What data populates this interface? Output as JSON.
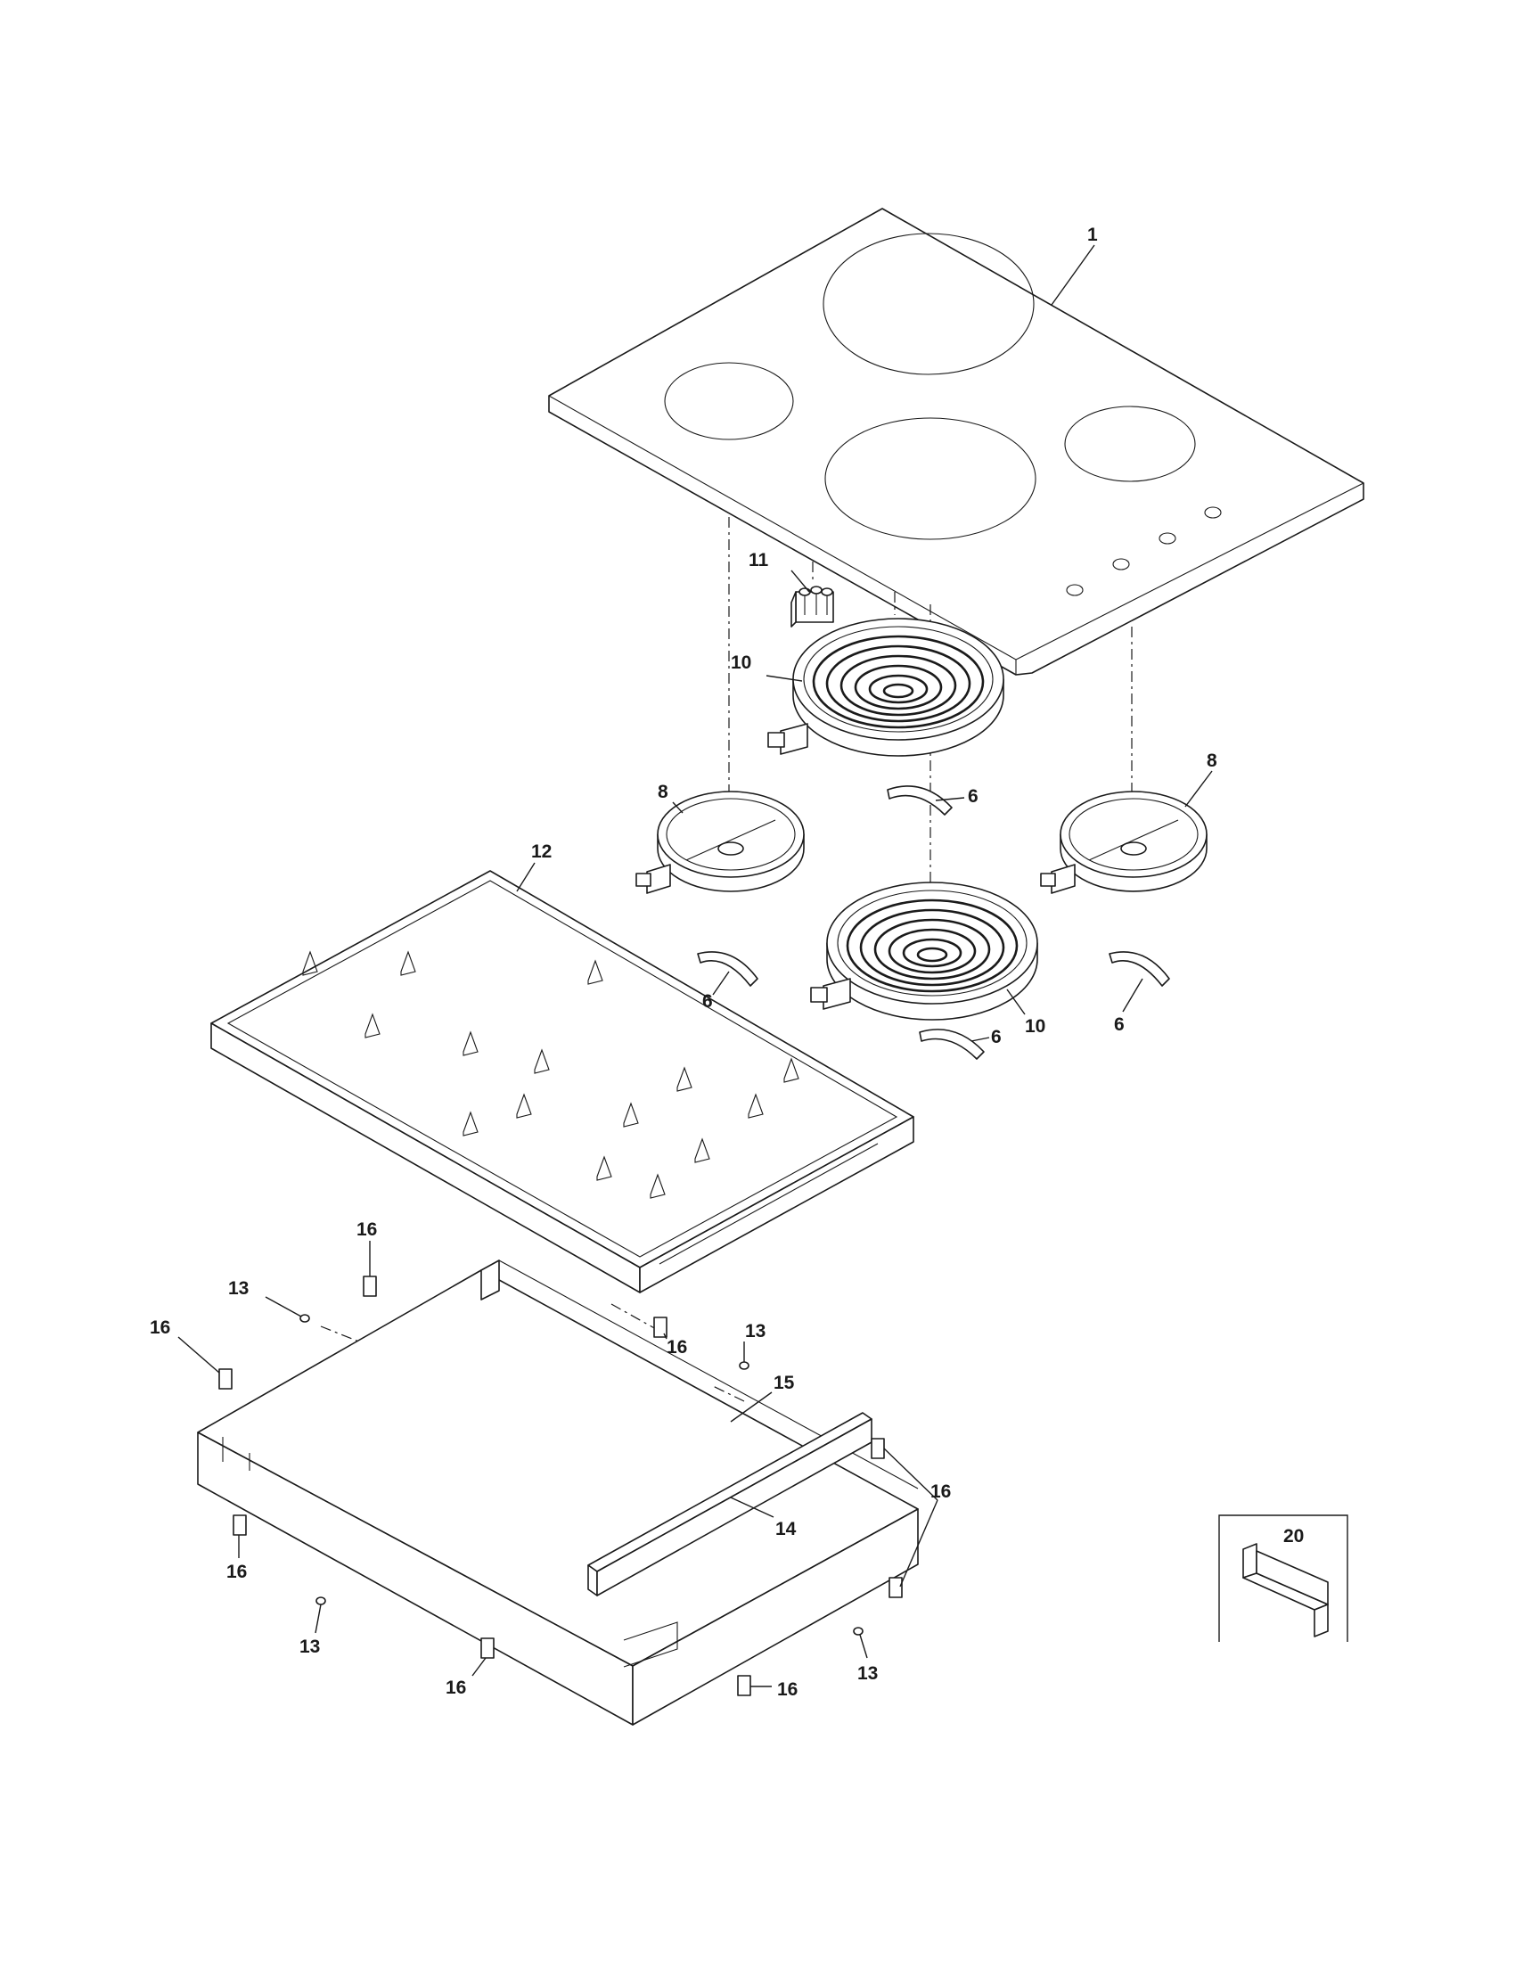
{
  "callouts": {
    "c1": "1",
    "c6a": "6",
    "c6b": "6",
    "c6c": "6",
    "c6d": "6",
    "c8a": "8",
    "c8b": "8",
    "c10a": "10",
    "c10b": "10",
    "c11": "11",
    "c12": "12",
    "c13a": "13",
    "c13b": "13",
    "c13c": "13",
    "c13d": "13",
    "c14": "14",
    "c15": "15",
    "c16a": "16",
    "c16b": "16",
    "c16c": "16",
    "c16d": "16",
    "c16e": "16",
    "c16f": "16",
    "c16g": "16",
    "c20": "20"
  },
  "colors": {
    "line": "#1a1a1a",
    "background": "#ffffff"
  }
}
